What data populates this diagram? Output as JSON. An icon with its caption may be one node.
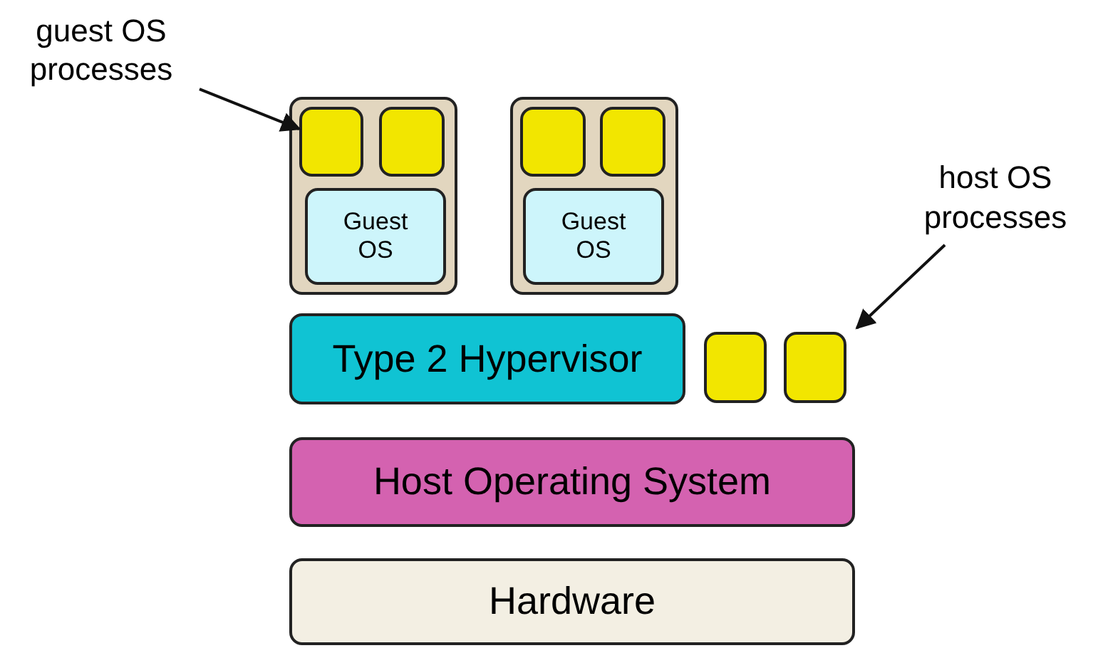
{
  "diagram": {
    "nodes": [
      {
        "text": [
          "guest OS processes"
        ]
      },
      {
        "text": [],
        "shape": "box"
      },
      {
        "text": [],
        "shape": "box",
        "in": 1
      },
      {
        "text": [],
        "shape": "box",
        "in": 1
      },
      {
        "text": [
          "Guest OS"
        ],
        "in": 1
      },
      {
        "text": [],
        "shape": "box"
      },
      {
        "text": [],
        "shape": "box",
        "in": 5
      },
      {
        "text": [],
        "shape": "box",
        "in": 5
      },
      {
        "text": [
          "Guest OS"
        ],
        "in": 5
      },
      {
        "text": [
          "Type 2 Hypervisor"
        ]
      },
      {
        "text": [],
        "shape": "box"
      },
      {
        "text": [],
        "shape": "box"
      },
      {
        "text": [
          "host OS processes"
        ]
      },
      {
        "text": [
          "Host Operating System"
        ]
      },
      {
        "text": [
          "Hardware"
        ]
      }
    ],
    "edges": [
      {
        "from": 0,
        "to": 2,
        "arrow": "to"
      },
      {
        "from": 12,
        "to": 11,
        "arrow": "to"
      }
    ]
  }
}
